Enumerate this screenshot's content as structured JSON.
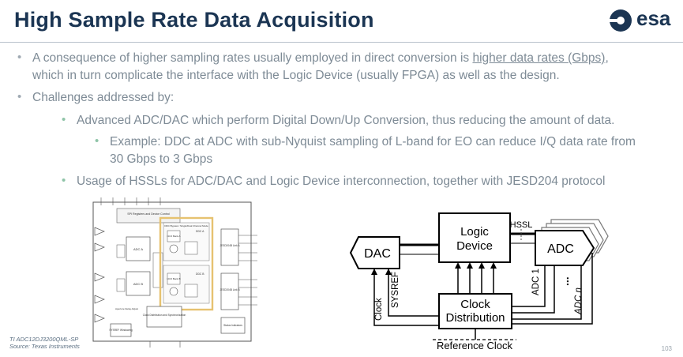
{
  "header": {
    "title": "High Sample Rate Data Acquisition",
    "logo_text": "esa"
  },
  "bullets": {
    "b1_a": "A consequence of higher sampling rates usually employed in direct conversion is ",
    "b1_link": "higher data rates (Gbps)",
    "b1_b": ",",
    "b1_line2": "which in turn complicate the interface with the Logic Device (usually FPGA) as well as the design.",
    "b2": "Challenges addressed by:",
    "b2_1": "Advanced ADC/DAC which perform Digital Down/Up Conversion, thus reducing the amount of data.",
    "b2_1_1_line1": "Example: DDC at ADC with sub-Nyquist sampling of L-band for EO can reduce I/Q data rate from",
    "b2_1_1_line2": "30 Gbps to 3 Gbps",
    "b2_2": "Usage of HSSLs for ADC/DAC and Logic Device interconnection, together with JESD204 protocol"
  },
  "figure_left": {
    "caption_line1": "TI ADC12DJ3200QML-SP",
    "caption_line2": "Source: Texas Instruments",
    "labels": {
      "spi": "SPI Registers and Device Control",
      "adc_a": "ADC A",
      "adc_b": "ADC B",
      "ddc_a": "DDC A",
      "ddc_b": "DDC B",
      "nco_a": "NCO Bank A",
      "nco_b": "NCO Bank B",
      "jesd_a": "JESD204B Link A",
      "jesd_b": "JESD204B Link B",
      "clock": "Clock Distribution and Synchronization",
      "sysref": "SYSREF Windowing",
      "aperture": "Aperture Delay Adjust",
      "status": "Status Indicators",
      "ddc_bypass": "DDC Bypass / Single/Dual Channel Mode"
    }
  },
  "figure_right": {
    "dac": "DAC",
    "logic_line1": "Logic",
    "logic_line2": "Device",
    "adc": "ADC",
    "hssl": "HSSL",
    "clock_line1": "Clock",
    "clock_line2": "Distribution",
    "ref_clock": "Reference Clock",
    "clock_label": "Clock",
    "sysref": "SYSREF",
    "adc1": "ADC 1",
    "adcn": "ADC n",
    "ellipsis": "..."
  },
  "footer": {
    "page": "103"
  },
  "colors": {
    "title": "#1b3553",
    "bullet_text": "#7e8b96",
    "accent_green": "#8fc4a8",
    "highlight": "#e6c270"
  }
}
